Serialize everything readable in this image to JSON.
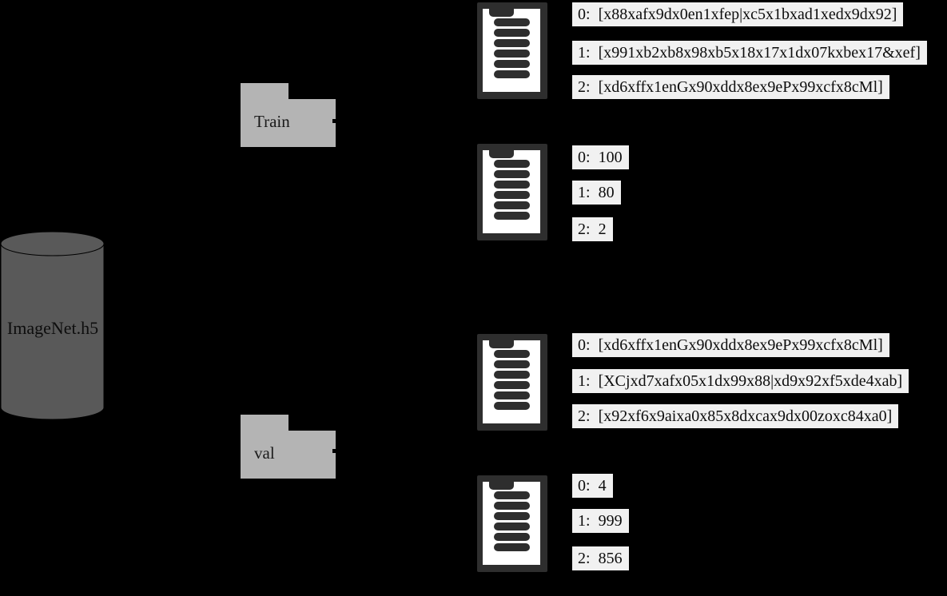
{
  "database": {
    "label": "ImageNet.h5"
  },
  "folders": [
    {
      "label": "Train"
    },
    {
      "label": "val"
    }
  ],
  "documents": [
    {
      "rows": [
        {
          "key": "0:",
          "value": "[x88xafx9dx0en1xfep|xc5x1bxad1xedx9dx92]"
        },
        {
          "key": "1:",
          "value": "[x991xb2xb8x98xb5x18x17x1dx07kxbex17&xef]"
        },
        {
          "key": "2:",
          "value": "[xd6xffx1enGx90xddx8ex9ePx99xcfx8cMl]"
        }
      ]
    },
    {
      "rows": [
        {
          "key": "0:",
          "value": "100"
        },
        {
          "key": "1:",
          "value": "80"
        },
        {
          "key": "2:",
          "value": "2"
        }
      ]
    },
    {
      "rows": [
        {
          "key": "0:",
          "value": "[xd6xffx1enGx90xddx8ex9ePx99xcfx8cMl]"
        },
        {
          "key": "1:",
          "value": "[XCjxd7xafx05x1dx99x88|xd9x92xf5xde4xab]"
        },
        {
          "key": "2:",
          "value": "[x92xf6x9aixa0x85x8dxcax9dx00zoxc84xa0]"
        }
      ]
    },
    {
      "rows": [
        {
          "key": "0:",
          "value": "4"
        },
        {
          "key": "1:",
          "value": "999"
        },
        {
          "key": "2:",
          "value": "856"
        }
      ]
    }
  ],
  "colors": {
    "background": "#000000",
    "cylinder_fill": "#595959",
    "folder_fill": "#b4b4b4",
    "doc_frame": "#2e2e2e",
    "paper": "#ffffff",
    "row_background": "#f1f1f1"
  }
}
